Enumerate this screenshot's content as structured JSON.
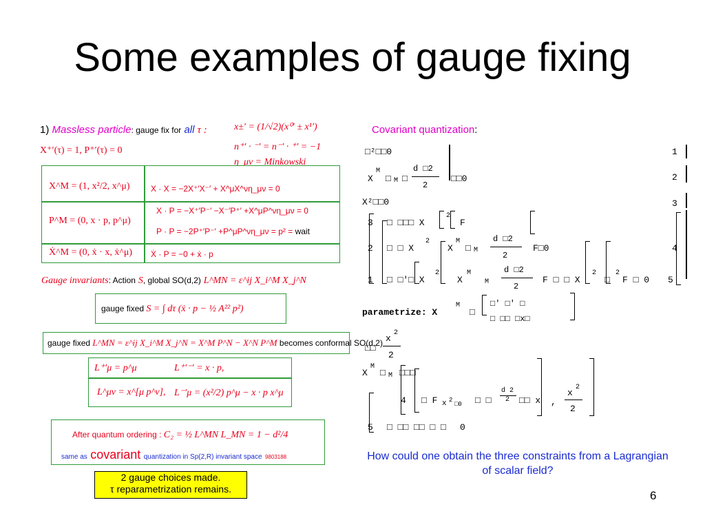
{
  "slide": {
    "title": "Some examples of gauge fixing",
    "page_number": "6"
  },
  "left": {
    "item1_prefix": "1)",
    "massless_particle": "Massless particle",
    "gauge_fix_for": ": gauge fix for",
    "all": "all",
    "tau": "τ :",
    "eq_top1": "X⁺′(τ) = 1,  P⁺′(τ) = 0",
    "eq_right1": "x±′ = (1/√2)(x⁰′ ± x¹′)",
    "eq_right2": "n⁺′ · ⁻′ = n⁻′ · ⁺′ = −1",
    "eq_right3": "η_μν = Minkowski",
    "minkowski": "Minkowski",
    "box1_row1_left": "X^M = (1, x²/2, x^μ)",
    "box1_row1_right": "X · X = −2X⁺′X⁻′ + X^μX^νη_μν = 0",
    "box1_row2_left": "P^M = (0, x · p, p^μ)",
    "box1_row2_right_a": "X · P = −X⁺′P⁻′ −X⁻′P⁺′ +X^μP^νη_μν = 0",
    "box1_row2_right_b": "P · P = −2P⁺′P⁻′ +P^μP^νη_μν = p² =",
    "wait": "wait",
    "box1_row3_left": "Ẋ^M = (0, ẋ · x, ẋ^μ)",
    "box1_row3_right": "Ẋ · P = −0 + ẋ · p",
    "gauge_invariants": "Gauge invariants",
    "action": ": Action",
    "action_S": "S",
    "global_so": ", global SO(d,2)",
    "lmn_def": "L^MN = ε^ij X_i^M X_j^N",
    "gauge_fixed_1": "gauge fixed",
    "gauge_fixed_S": "S = ∫ dτ (ẋ · p − ½ A²² p²)",
    "gauge_fixed_2": "gauge fixed",
    "gauge_fixed_L": "L^MN = ε^ij X_i^M X_j^N = X^M P^N − X^N P^M",
    "becomes_conformal": "becomes conformal SO(d,2)",
    "l_box_1a": "L⁺′μ = p^μ",
    "l_box_1b": "L⁺′⁻′ = x · p,",
    "l_box_2a": "L^μν = x^[μ p^ν],",
    "l_box_2b": "L⁻′μ = (x²/2) p^μ − x · p x^μ",
    "after_quantum": "After quantum ordering :",
    "casimir": "C₂ = ½ L^MN L_MN = 1 − d²/4",
    "same_as": "same as",
    "covariant": "covariant",
    "quant_in": "quantization in Sp(2,R) invariant space",
    "ref": "9803188",
    "yellow_line1": "2 gauge choices made.",
    "yellow_line2": "τ reparametrization remains."
  },
  "right": {
    "cov_quant": "Covariant quantization",
    "colon": ":",
    "question": "How could one obtain the three constraints from a Lagrangian of scalar field?",
    "garbled": {
      "l1": "□²□□0",
      "n1": "1",
      "l2a": "X",
      "l2b": "M",
      "l2c": "□",
      "l2d": "M",
      "l2e": "□",
      "l2f": "d □2",
      "l2g": "2",
      "l2h": "□□0",
      "n2": "2",
      "l3": "X²□□0",
      "n3": "3",
      "l4a": "3",
      "l4b": "□ □□□ X",
      "l4c": "2",
      "l4d": "F",
      "l5a": "2",
      "l5b": "□ □ X",
      "l5c": "2",
      "l5d": "X",
      "l5e": "M",
      "l5f": "□",
      "l5g": "M",
      "l5h": "d □2",
      "l5i": "2",
      "l5j": "F□0",
      "n4": "4",
      "l6a": "1",
      "l6b": "□ □'□ X",
      "l6c": "2",
      "l6d": "X",
      "l6e": "M",
      "l6f": "M",
      "l6g": "d □2",
      "l6h": "2",
      "l6i": "F □ □ X",
      "l6j": "2",
      "l6k": "□",
      "l6l": "2",
      "l6m": "F □ 0",
      "n5": "5",
      "param": "parametrize: X",
      "param_M": "M",
      "param_box": "□",
      "param_r1": "□'  □'   □",
      "param_r2": "□  □□  □x□",
      "l7a": "□□",
      "l7b": "x",
      "l7c": "2",
      "l7d": "2",
      "l8a": "X",
      "l8b": "M",
      "l8c": "□",
      "l8d": "M",
      "l8e": "□□□",
      "l9a": "4",
      "l9b": "□ F",
      "l9c": "x",
      "l9d": "2",
      "l9e": "□0",
      "l9f": "□ □",
      "l9g": "d 2",
      "l9h": "2",
      "l9i": "□□ x",
      "l9j": ",",
      "l9k": "x",
      "l9l": "2",
      "l9m": "2",
      "l10a": "5",
      "l10b": "□ □□ □□ □ □",
      "l10c": "0"
    }
  }
}
